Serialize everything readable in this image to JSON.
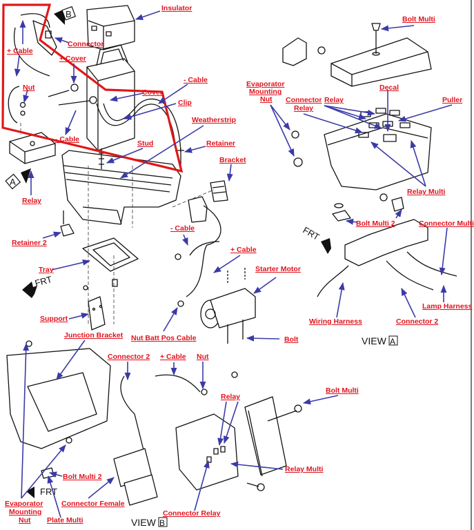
{
  "diagram": {
    "title": "",
    "colors": {
      "label": "#e0141e",
      "leader": "#3a3aa8",
      "highlight": "#e01818",
      "linework": "#111111",
      "background": "#ffffff"
    },
    "main_view": {
      "labels": [
        {
          "id": "insulator",
          "text": "Insulator"
        },
        {
          "id": "connector-top",
          "text": "Connector"
        },
        {
          "id": "pos-cable-top",
          "text": "+ Cable"
        },
        {
          "id": "pos-cover",
          "text": "+ Cover"
        },
        {
          "id": "nut-top",
          "text": "Nut"
        },
        {
          "id": "neg-cable-top",
          "text": "- Cable"
        },
        {
          "id": "cover",
          "text": "Cover"
        },
        {
          "id": "clip",
          "text": "Clip"
        },
        {
          "id": "cable-mid",
          "text": "- Cable"
        },
        {
          "id": "weatherstrip",
          "text": "Weatherstrip"
        },
        {
          "id": "stud",
          "text": "Stud"
        },
        {
          "id": "retainer",
          "text": "Retainer"
        },
        {
          "id": "bracket",
          "text": "Bracket"
        },
        {
          "id": "relay-left",
          "text": "Relay"
        },
        {
          "id": "retainer-2",
          "text": "Retainer 2"
        },
        {
          "id": "neg-cable-starter",
          "text": "- Cable"
        },
        {
          "id": "pos-cable-starter",
          "text": "+ Cable"
        },
        {
          "id": "tray",
          "text": "Tray"
        },
        {
          "id": "starter-motor",
          "text": "Starter Motor"
        },
        {
          "id": "support",
          "text": "Support"
        },
        {
          "id": "nut-batt-pos-cable",
          "text": "Nut Batt Pos Cable"
        },
        {
          "id": "bolt-starter",
          "text": "Bolt"
        }
      ],
      "markers": {
        "view_a": "A",
        "view_b": "B",
        "front": "FRT"
      }
    },
    "view_a": {
      "caption_word": "VIEW",
      "caption_letter": "A",
      "front": "FRT",
      "labels": [
        {
          "id": "bolt-multi",
          "text": "Bolt Multi"
        },
        {
          "id": "evap-nut",
          "lines": [
            "Evaporator",
            "Mounting",
            "Nut"
          ]
        },
        {
          "id": "decal",
          "text": "Decal"
        },
        {
          "id": "connector-relay",
          "lines": [
            "Connector",
            "Relay"
          ]
        },
        {
          "id": "relay",
          "text": "Relay"
        },
        {
          "id": "puller",
          "text": "Puller"
        },
        {
          "id": "relay-multi",
          "text": "Relay Multi"
        },
        {
          "id": "bolt-multi-2",
          "text": "Bolt Multi 2"
        },
        {
          "id": "connector-multi",
          "text": "Connector Multi"
        },
        {
          "id": "lamp-harness",
          "text": "Lamp Harness"
        },
        {
          "id": "wiring-harness",
          "text": "Wiring Harness"
        },
        {
          "id": "connector-2",
          "text": "Connector 2"
        }
      ]
    },
    "view_b": {
      "caption_word": "VIEW",
      "caption_letter": "B",
      "front": "FRT",
      "labels": [
        {
          "id": "junction-bracket",
          "text": "Junction Bracket"
        },
        {
          "id": "connector-2",
          "text": "Connector 2"
        },
        {
          "id": "pos-cable",
          "text": "+ Cable"
        },
        {
          "id": "nut",
          "text": "Nut"
        },
        {
          "id": "relay",
          "text": "Relay"
        },
        {
          "id": "bolt-multi",
          "text": "Bolt Multi"
        },
        {
          "id": "bolt-multi-2",
          "text": "Bolt Multi 2"
        },
        {
          "id": "relay-multi",
          "text": "Relay Multi"
        },
        {
          "id": "evap-nut",
          "lines": [
            "Evaporator",
            "Mounting",
            "Nut"
          ]
        },
        {
          "id": "connector-female",
          "text": "Connector Female"
        },
        {
          "id": "plate-multi",
          "text": "Plate Multi"
        },
        {
          "id": "connector-relay",
          "text": "Connector Relay"
        }
      ]
    }
  }
}
